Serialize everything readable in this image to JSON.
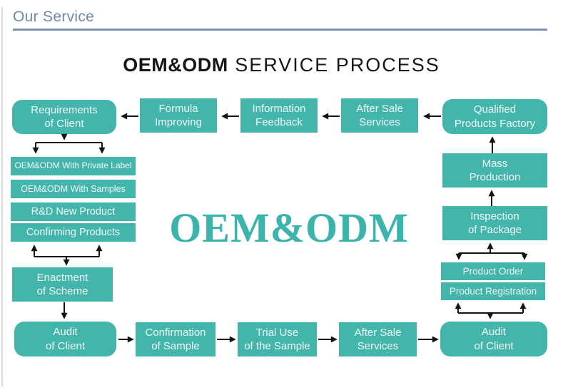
{
  "header": {
    "title": "Our Service"
  },
  "diagram": {
    "title_bold": "OEM&ODM",
    "title_rest": " SERVICE PROCESS",
    "watermark": "OEM&ODM",
    "nodes": {
      "requirements_of_client": "Requirements\nof Client",
      "formula_improving": "Formula\nImproving",
      "information_feedback": "Information\nFeedback",
      "after_sale_services_top": "After Sale\nServices",
      "qualified_products_factory": "Qualified\nProducts Factory",
      "oem_odm_private_label": "OEM&ODM With Private Label",
      "oem_odm_with_samples": "OEM&ODM With Samples",
      "rd_new_product": "R&D New Product",
      "confirming_products": "Confirming Products",
      "enactment_of_scheme": "Enactment\nof Scheme",
      "audit_of_client_left": "Audit\nof Client",
      "confirmation_of_sample": "Confirmation\nof Sample",
      "trial_use_of_sample": "Trial Use\nof the Sample",
      "after_sale_services_bottom": "After Sale\nServices",
      "audit_of_client_right": "Audit\nof Client",
      "mass_production": "Mass\nProduction",
      "inspection_of_package": "Inspection\nof Package",
      "product_order": "Product Order",
      "product_registration": "Product Registration"
    }
  },
  "colors": {
    "node_fill": "#44b5ab",
    "node_text": "#eef9f7",
    "watermark_teal": "#3bb5ab",
    "header_blue": "#7189ae",
    "header_line": "#7b92b2",
    "arrow": "#141414"
  }
}
